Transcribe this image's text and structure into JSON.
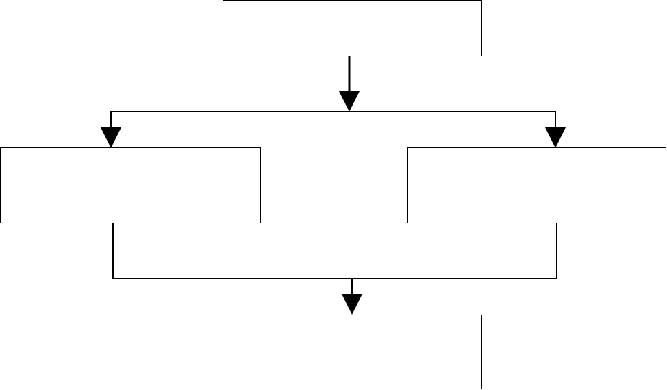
{
  "diagram": {
    "type": "flowchart",
    "colors": {
      "background": "#ffffff",
      "box_fill": "#ffffff",
      "line": "#000000"
    },
    "nodes": [
      {
        "id": "top",
        "label": ""
      },
      {
        "id": "left",
        "label": ""
      },
      {
        "id": "right",
        "label": ""
      },
      {
        "id": "bottom",
        "label": ""
      }
    ],
    "edges": [
      {
        "from": "top",
        "to": "left"
      },
      {
        "from": "top",
        "to": "right"
      },
      {
        "from": "left",
        "to": "bottom"
      },
      {
        "from": "right",
        "to": "bottom"
      }
    ]
  }
}
